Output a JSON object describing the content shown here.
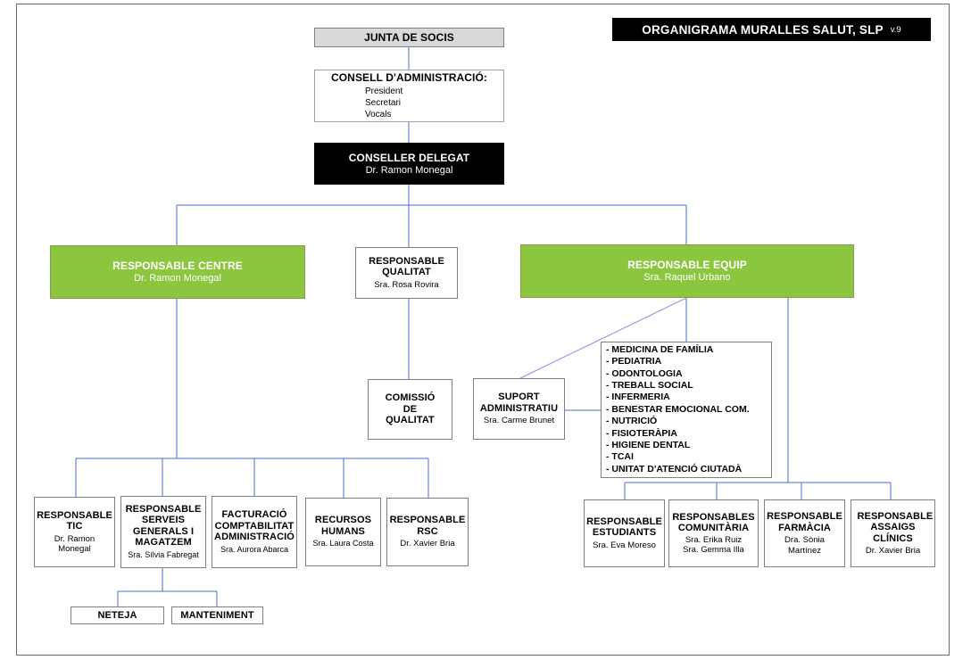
{
  "header": {
    "title": "ORGANIGRAMA MURALLES SALUT, SLP",
    "version": "v.9"
  },
  "colors": {
    "accent_green": "#8cc63f",
    "junta_gray": "#d9d9d9",
    "black_fill": "#000000",
    "connector_blue": "#4472c4",
    "connector_diagonal": "#8c8ce0"
  },
  "nodes": {
    "junta": {
      "title": "JUNTA DE SOCIS"
    },
    "consell": {
      "title": "CONSELL D'ADMINISTRACIÓ:",
      "members": [
        "President",
        "Secretari",
        "Vocals"
      ]
    },
    "conseller": {
      "title": "CONSELLER DELEGAT",
      "name": "Dr. Ramon Monegal"
    },
    "centre": {
      "title": "RESPONSABLE CENTRE",
      "name": "Dr. Ramon Monegal"
    },
    "qualitat": {
      "title": "RESPONSABLE QUALITAT",
      "name": "Sra. Rosa Rovira"
    },
    "equip": {
      "title": "RESPONSABLE EQUIP",
      "name": "Sra. Raquel Urbano"
    },
    "comissio": {
      "title": "COMISSIÓ DE QUALITAT"
    },
    "suport": {
      "title": "SUPORT ADMINISTRATIU",
      "name": "Sra. Carme Brunet"
    },
    "tic": {
      "title": "RESPONSABLE TIC",
      "name": "Dr. Ramon Monegal"
    },
    "serveis": {
      "title": "RESPONSABLE SERVEIS GENERALS I MAGATZEM",
      "name": "Sra. Sílvia Fabregat"
    },
    "facturacio": {
      "title": "FACTURACIÓ COMPTABILITAT ADMINISTRACIÓ",
      "name": "Sra. Aurora Abarca"
    },
    "recursos": {
      "title": "RECURSOS HUMANS",
      "name": "Sra. Laura Costa"
    },
    "rsc": {
      "title": "RESPONSABLE RSC",
      "name": "Dr. Xavier Bria"
    },
    "neteja": {
      "title": "NETEJA"
    },
    "manteniment": {
      "title": "MANTENIMENT"
    },
    "estudiants": {
      "title": "RESPONSABLE ESTUDIANTS",
      "name": "Sra. Eva Moreso"
    },
    "comunitaria": {
      "title": "RESPONSABLES COMUNITÀRIA",
      "name": "Sra. Erika Ruiz",
      "name2": "Sra. Gemma Illa"
    },
    "farmacia": {
      "title": "RESPONSABLE FARMÀCIA",
      "name": "Dra. Sònia Martínez"
    },
    "assaigs": {
      "title": "RESPONSABLE ASSAIGS CLÍNICS",
      "name": "Dr. Xavier Bria"
    }
  },
  "equip_departments": [
    "- MEDICINA DE FAMÍLIA",
    "- PEDIATRIA",
    "- ODONTOLOGIA",
    "- TREBALL SOCIAL",
    "- INFERMERIA",
    "- BENESTAR EMOCIONAL COM.",
    "- NUTRICIÓ",
    "- FISIOTERÀPIA",
    "- HIGIENE DENTAL",
    "- TCAI",
    "- UNITAT D'ATENCIÓ CIUTADÀ"
  ]
}
